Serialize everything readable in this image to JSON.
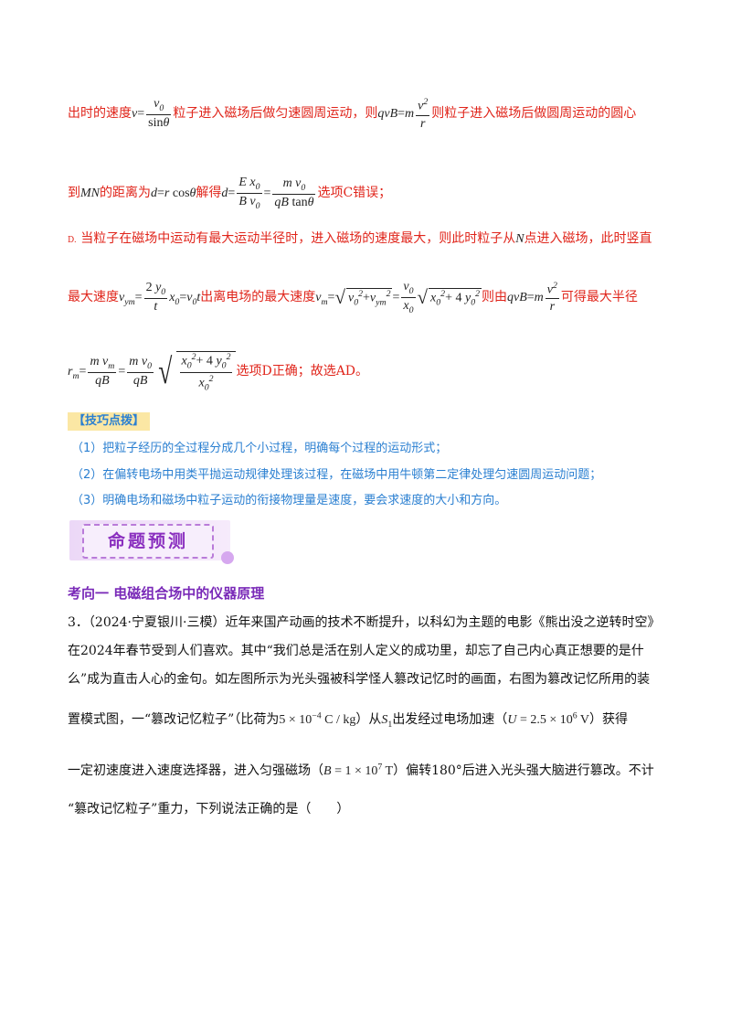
{
  "line1": {
    "prefix": "出时的速度",
    "v_frac_num": "0",
    "v_frac_den": "sinθ",
    "mid": "粒子进入磁场后做匀速圆周运动，则",
    "tail": "则粒子进入磁场后做圆周运动的圆心"
  },
  "line2": {
    "prefix": "到",
    "mn": "MN",
    "mid1": "的距离为",
    "mid2": "解得",
    "tail": "选项C错误；"
  },
  "line3": {
    "label": "D.",
    "text1": "当粒子在磁场中运动有最大运动半径时，进入磁场的速度最大，则此时粒子从",
    "n": "N",
    "text2": "点进入磁场，此时竖直"
  },
  "line4": {
    "prefix": "最大速度",
    "mid1": "出离电场的最大速度",
    "mid2": "则由",
    "tail": "可得最大半径"
  },
  "line5": {
    "tail": "选项D正确；故选AD。"
  },
  "tips": {
    "heading": "【技巧点拨】",
    "items": [
      "（1）把粒子经历的全过程分成几个小过程，明确每个过程的运动形式；",
      "（2）在偏转电场中用类平抛运动规律处理该过程，在磁场中用牛顿第二定律处理匀速圆周运动问题；",
      "（3）明确电场和磁场中粒子运动的衔接物理量是速度，要会求速度的大小和方向。"
    ]
  },
  "banner": {
    "label": "命题预测"
  },
  "section": {
    "title": "考向一 电磁组合场中的仪器原理"
  },
  "question": {
    "number": "3．",
    "source": "（2024·宁夏银川·三模）",
    "l1": "近年来国产动画的技术不断提升，以科幻为主题的电影《熊出没之逆转时空》",
    "l2": "在2024年春节受到人们喜欢。其中“我们总是活在别人定义的成功里，却忘了自己内心真正想要的是什",
    "l3": "么”成为直击人心的金句。如左图所示为光头强被科学怪人篡改记忆时的画面，右图为篡改记忆所用的装",
    "l4a": "置模式图，一“篡改记忆粒子”（比荷为",
    "l4b": "）从",
    "l4c": "出发经过电场加速（",
    "l4d": "）获得",
    "l5a": "一定初速度进入速度选择器，进入匀强磁场（",
    "l5b": "）偏转180°后进入光头强大脑进行篡改。不计",
    "l6": "“篡改记忆粒子”重力，下列说法正确的是（　　）"
  }
}
